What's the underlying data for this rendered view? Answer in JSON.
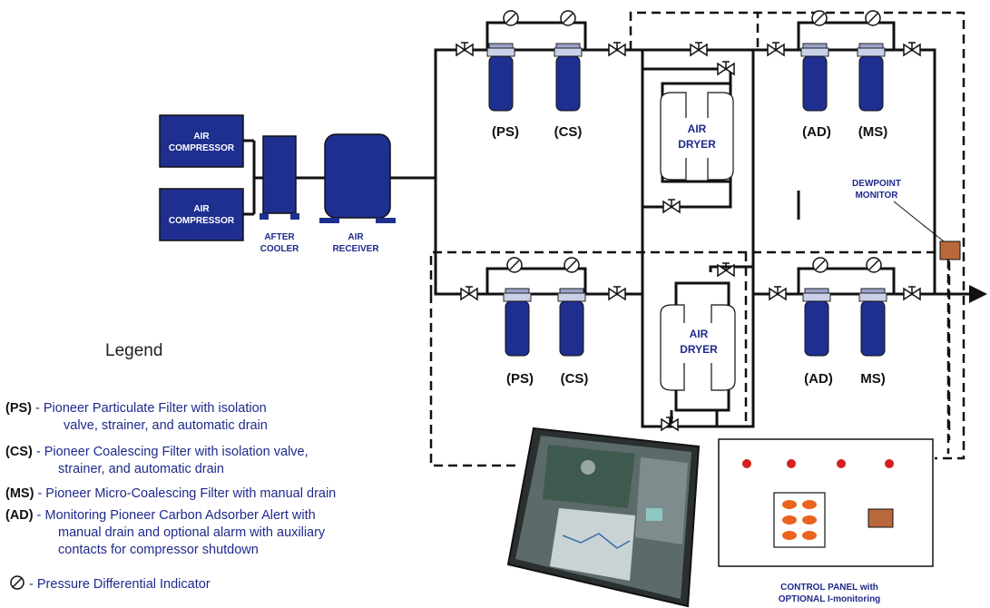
{
  "equipment": {
    "compressor_1": "AIR COMPRESSOR",
    "compressor_2": "AIR COMPRESSOR",
    "after_cooler_line1": "AFTER",
    "after_cooler_line2": "COOLER",
    "receiver_line1": "AIR",
    "receiver_line2": "RECEIVER",
    "dryer_top": "AIR DRYER",
    "dryer_bottom": "AIR DRYER",
    "dewpoint_line1": "DEWPOINT",
    "dewpoint_line2": "MONITOR",
    "control_panel_line1": "CONTROL PANEL with",
    "control_panel_line2": "OPTIONAL I-monitoring"
  },
  "filter_codes": {
    "top_left_a": "(PS)",
    "top_left_b": "(CS)",
    "top_right_a": "(AD)",
    "top_right_b": "(MS)",
    "bottom_left_a": "(PS)",
    "bottom_left_b": "(CS)",
    "bottom_right_a": "(AD)",
    "bottom_right_b": "MS)"
  },
  "legend": {
    "title": "Legend",
    "items": [
      {
        "key": "(PS)",
        "text": " - Pioneer Particulate Filter with isolation",
        "text2": "valve, strainer, and automatic drain"
      },
      {
        "key": "(CS)",
        "text": " - Pioneer Coalescing Filter with isolation valve,",
        "text2": "strainer, and automatic drain"
      },
      {
        "key": "(MS)",
        "text": " - Pioneer Micro-Coalescing Filter with manual drain",
        "text2": ""
      },
      {
        "key": "(AD)",
        "text": " - Monitoring Pioneer Carbon Adsorber Alert with",
        "text2": "manual drain and optional alarm with auxiliary",
        "text3": "contacts for compressor shutdown"
      },
      {
        "key": "",
        "text": " - Pressure Differential Indicator",
        "text2": ""
      }
    ]
  },
  "colors": {
    "equipment_blue": "#1f2f8f",
    "label_blue": "#1f2a8c",
    "pipe": "#111111",
    "indicator_red": "#d42020",
    "button_orange": "#e8641e",
    "monitor_brown": "#b9683c"
  }
}
